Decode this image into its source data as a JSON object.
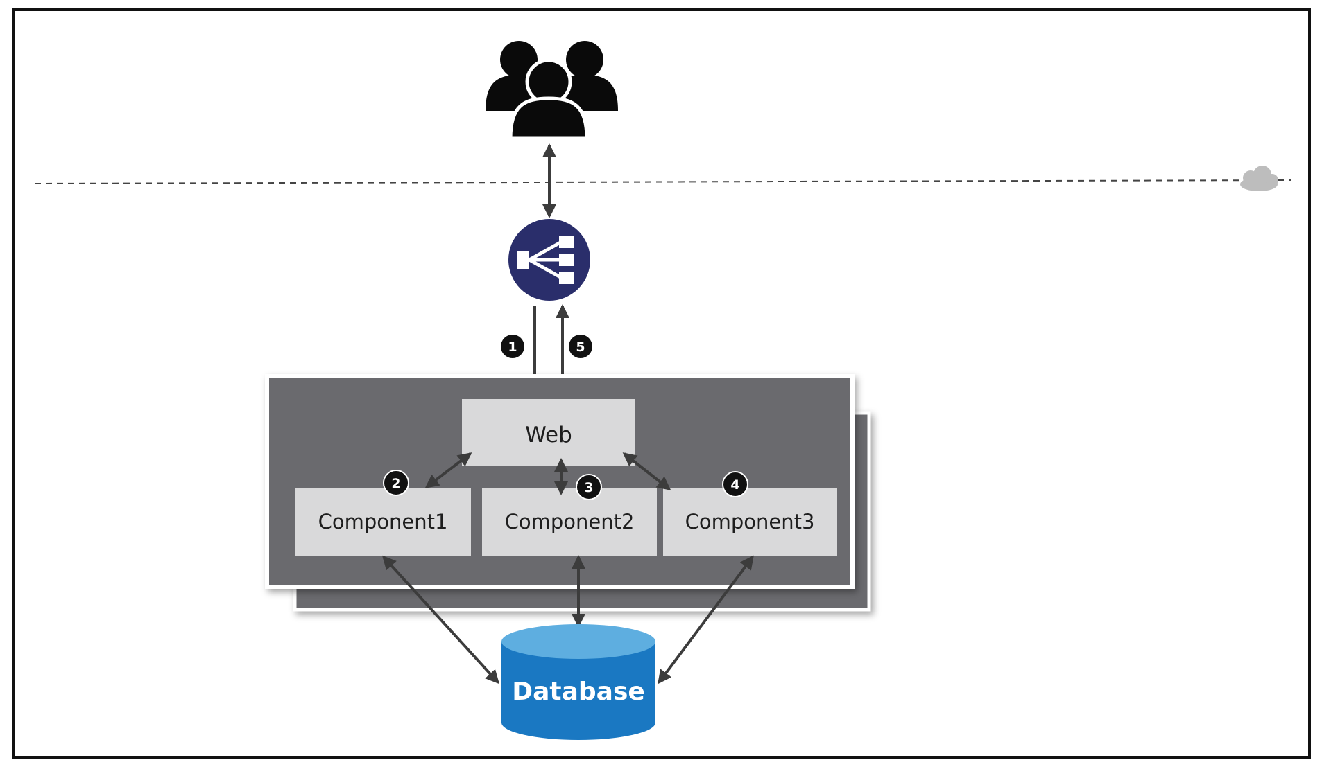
{
  "diagram": {
    "users_icon": "users-group-icon",
    "cloud_icon": "cloud-icon",
    "load_balancer_icon": "load-balancer-icon",
    "nodes": {
      "web": "Web",
      "component1": "Component1",
      "component2": "Component2",
      "component3": "Component3",
      "database": "Database"
    },
    "step_badges": {
      "step1": "1",
      "step2": "2",
      "step3": "3",
      "step4": "4",
      "step5": "5"
    },
    "colors": {
      "panel": "#6a6a6e",
      "box": "#d9d9da",
      "db_body": "#1a78c2",
      "db_top": "#5eaee0",
      "lb_circle": "#2a2e6b",
      "arrow": "#3c3c3c",
      "badge": "#111111"
    }
  }
}
